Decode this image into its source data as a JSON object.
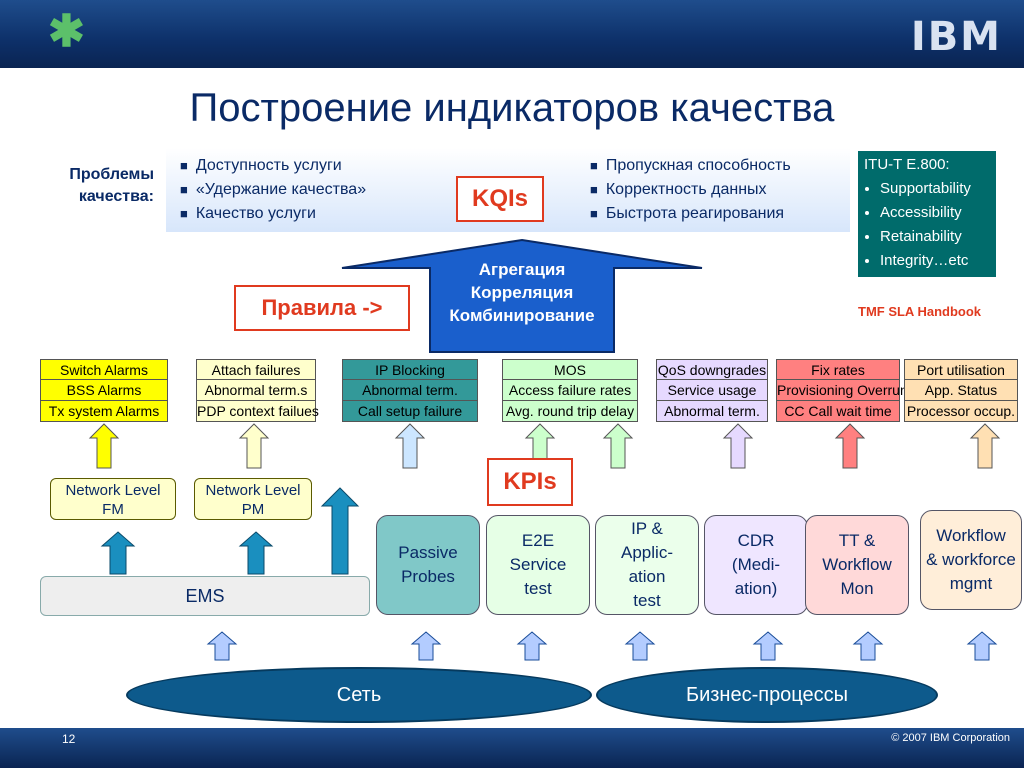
{
  "header": {
    "title": "Построение индикаторов качества",
    "brand": "IBM"
  },
  "problems_label": "Проблемы качества:",
  "kqis": {
    "label": "KQIs",
    "left": [
      "Доступность услуги",
      "«Удержание качества»",
      "Качество услуги"
    ],
    "right": [
      "Пропускная способность",
      "Корректность данных",
      "Быстрота реагирования"
    ]
  },
  "itu": {
    "heading": "ITU-T E.800:",
    "items": [
      "Supportability",
      "Accessibility",
      "Retainability",
      "Integrity…etc"
    ]
  },
  "tmf": "TMF SLA Handbook",
  "rules": "Правила ->",
  "arrow_text": [
    "Агрегация",
    "Корреляция",
    "Комбинирование"
  ],
  "kpis_label": "KPIs",
  "kpi_groups": [
    {
      "cells": [
        "Switch Alarms",
        "BSS Alarms",
        "Tx system Alarms"
      ],
      "color": "#ffff00"
    },
    {
      "cells": [
        "Attach failures",
        "Abnormal term.s",
        "PDP context failues"
      ],
      "color": "#ffffcc"
    },
    {
      "cells": [
        "IP Blocking",
        "Abnormal term.",
        "Call setup failure"
      ],
      "color": "#339999"
    },
    {
      "cells": [
        "MOS",
        "Access failure rates",
        "Avg. round trip delay"
      ],
      "color": "#ccffcc"
    },
    {
      "cells": [
        "QoS downgrades",
        "Service usage",
        "Abnormal term."
      ],
      "color": "#e6d9ff"
    },
    {
      "cells": [
        "Fix rates",
        "Provisioning Overrun",
        "CC Call wait time"
      ],
      "color": "#ff8080"
    },
    {
      "cells": [
        "Port utilisation",
        "App. Status",
        "Processor occup."
      ],
      "color": "#ffe0b3"
    }
  ],
  "network_level": [
    {
      "line1": "Network Level",
      "line2": "FM"
    },
    {
      "line1": "Network Level",
      "line2": "PM"
    }
  ],
  "ems": "EMS",
  "sources": [
    {
      "lines": [
        "Passive",
        "Probes"
      ],
      "color": "#80c8c8"
    },
    {
      "lines": [
        "E2E",
        "Service",
        "test"
      ],
      "color": "#e6ffe6"
    },
    {
      "lines": [
        "IP &",
        "Applic-",
        "ation",
        "test"
      ],
      "color": "#ebffeb"
    },
    {
      "lines": [
        "CDR",
        "(Medi-",
        "ation)"
      ],
      "color": "#efe6ff"
    },
    {
      "lines": [
        "TT &",
        "Workflow",
        "Mon"
      ],
      "color": "#ffd9d9"
    },
    {
      "lines": [
        "Workflow",
        "& workforce",
        "mgmt"
      ],
      "color": "#ffeed9"
    }
  ],
  "network": "Сеть",
  "business": "Бизнес-процессы",
  "footer": {
    "page": "12",
    "copyright": "© 2007 IBM Corporation"
  }
}
